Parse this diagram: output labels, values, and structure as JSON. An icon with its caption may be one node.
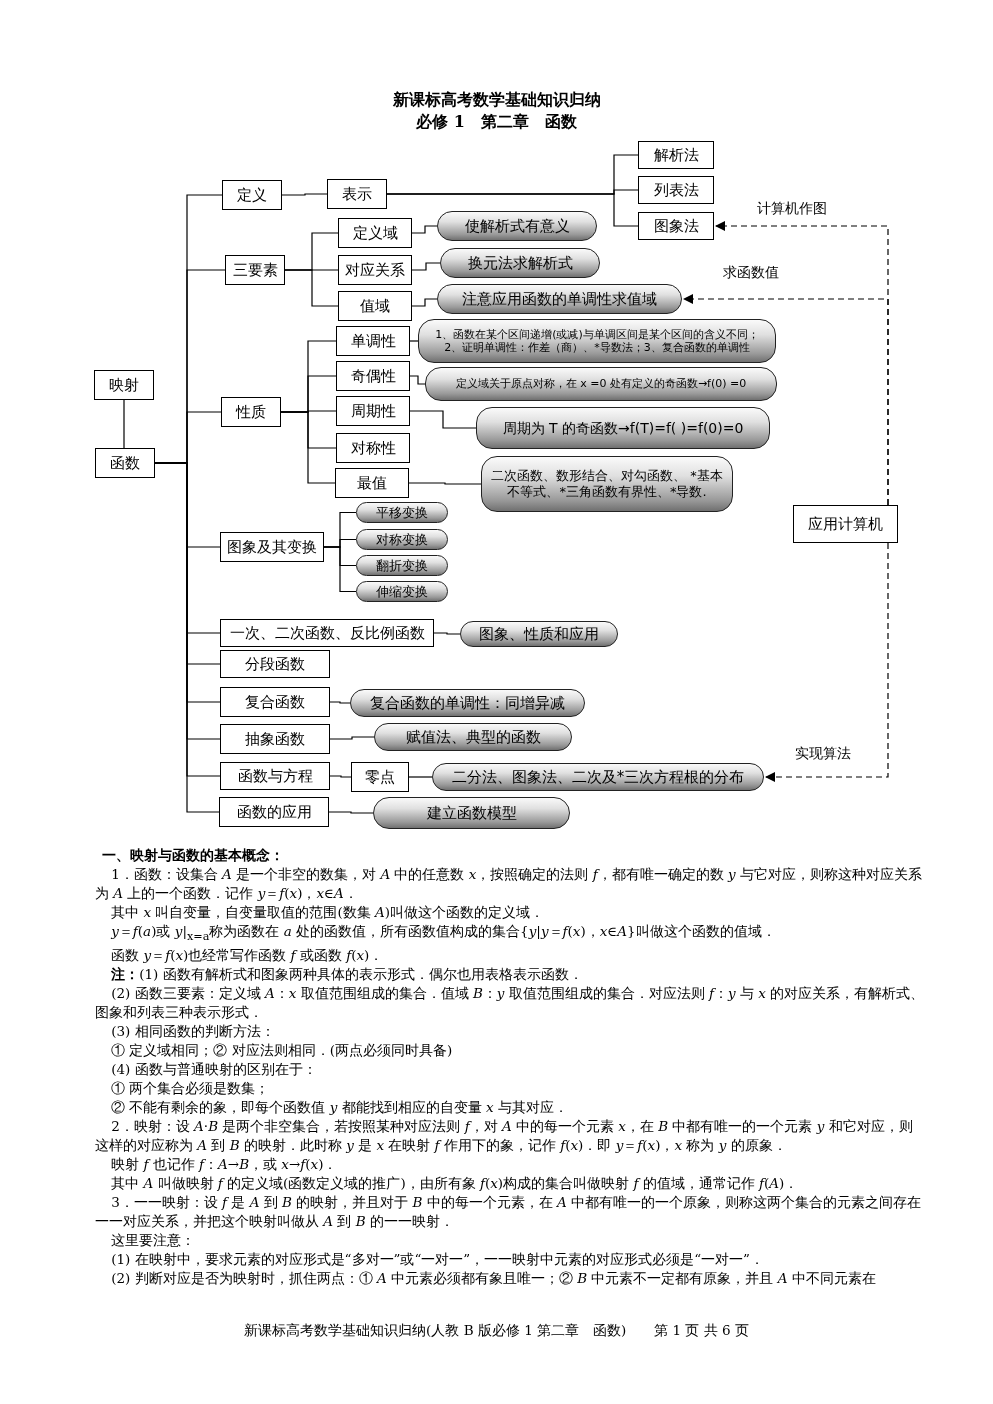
{
  "diagram": {
    "title": "新课标高考数学基础知识归纳",
    "nodes": [
      {
        "text": [
          "映射"
        ]
      },
      {
        "text": [
          "函数"
        ]
      },
      {
        "text": [
          "定义"
        ]
      },
      {
        "text": [
          "表示"
        ]
      },
      {
        "text": [
          "解析法"
        ]
      },
      {
        "text": [
          "列表法"
        ]
      },
      {
        "text": [
          "图象法"
        ]
      },
      {
        "text": [
          "三要素"
        ]
      },
      {
        "text": [
          "定义域"
        ]
      },
      {
        "text": [
          "使解析式有意义"
        ]
      },
      {
        "text": [
          "对应关系"
        ]
      },
      {
        "text": [
          "换元法求解析式"
        ]
      },
      {
        "text": [
          "值域"
        ]
      },
      {
        "text": [
          "注意应用函数的单调性求值域"
        ]
      },
      {
        "text": [
          "性质"
        ]
      },
      {
        "text": [
          "单调性"
        ]
      },
      {
        "text": [
          "1、函数在某个区间递增(或减)与单调区间是某个区间的含义不同；2、证明单调性：作差（商）、*导数法；3、复合函数的单调性"
        ]
      },
      {
        "text": [
          "奇偶性"
        ]
      },
      {
        "text": [
          "定义域关于原点对称，在 x =0 处有定义的奇函数→f(0) =0"
        ]
      },
      {
        "text": [
          "周期性"
        ]
      },
      {
        "text": [
          "周期为 T 的奇函数→f(T)=f( )=f(0)=0"
        ]
      },
      {
        "text": [
          "对称性"
        ]
      },
      {
        "text": [
          "最值"
        ]
      },
      {
        "text": [
          "二次函数、数形结合、对勾函数、 *基本不等式、*三角函数有界性、*导数."
        ]
      },
      {
        "text": [
          "图象及其变换"
        ]
      },
      {
        "text": [
          "平移变换"
        ]
      },
      {
        "text": [
          "对称变换"
        ]
      },
      {
        "text": [
          "翻折变换"
        ]
      },
      {
        "text": [
          "伸缩变换"
        ]
      },
      {
        "text": [
          "一次、二次函数、反比例函数"
        ]
      },
      {
        "text": [
          "图象、性质和应用"
        ]
      },
      {
        "text": [
          "分段函数"
        ]
      },
      {
        "text": [
          "复合函数"
        ]
      },
      {
        "text": [
          "复合函数的单调性：同增异减"
        ]
      },
      {
        "text": [
          "抽象函数"
        ]
      },
      {
        "text": [
          "赋值法、典型的函数"
        ]
      },
      {
        "text": [
          "函数与方程"
        ]
      },
      {
        "text": [
          "零点"
        ]
      },
      {
        "text": [
          "二分法、图象法、二次及*三次方程根的分布"
        ]
      },
      {
        "text": [
          "函数的应用"
        ]
      },
      {
        "text": [
          "建立函数模型"
        ]
      },
      {
        "text": [
          "应用计算机"
        ]
      }
    ],
    "edges": [
      {
        "from": 0,
        "to": 1,
        "arrow": "none"
      },
      {
        "from": 1,
        "to": 2,
        "arrow": "none"
      },
      {
        "from": 1,
        "to": 7,
        "arrow": "none"
      },
      {
        "from": 1,
        "to": 14,
        "arrow": "none"
      },
      {
        "from": 1,
        "to": 24,
        "arrow": "none"
      },
      {
        "from": 1,
        "to": 29,
        "arrow": "none"
      },
      {
        "from": 1,
        "to": 31,
        "arrow": "none"
      },
      {
        "from": 1,
        "to": 32,
        "arrow": "none"
      },
      {
        "from": 1,
        "to": 34,
        "arrow": "none"
      },
      {
        "from": 1,
        "to": 36,
        "arrow": "none"
      },
      {
        "from": 1,
        "to": 39,
        "arrow": "none"
      },
      {
        "from": 2,
        "to": 3,
        "arrow": "none"
      },
      {
        "from": 3,
        "to": 4,
        "arrow": "none"
      },
      {
        "from": 3,
        "to": 5,
        "arrow": "none"
      },
      {
        "from": 3,
        "to": 6,
        "arrow": "none"
      },
      {
        "from": 7,
        "to": 8,
        "arrow": "none"
      },
      {
        "from": 7,
        "to": 10,
        "arrow": "none"
      },
      {
        "from": 7,
        "to": 12,
        "arrow": "none"
      },
      {
        "from": 8,
        "to": 9,
        "arrow": "none"
      },
      {
        "from": 10,
        "to": 11,
        "arrow": "none"
      },
      {
        "from": 12,
        "to": 13,
        "arrow": "none"
      },
      {
        "from": 14,
        "to": 15,
        "arrow": "none"
      },
      {
        "from": 14,
        "to": 17,
        "arrow": "none"
      },
      {
        "from": 14,
        "to": 19,
        "arrow": "none"
      },
      {
        "from": 14,
        "to": 21,
        "arrow": "none"
      },
      {
        "from": 14,
        "to": 22,
        "arrow": "none"
      },
      {
        "from": 15,
        "to": 16,
        "arrow": "none"
      },
      {
        "from": 17,
        "to": 18,
        "arrow": "none"
      },
      {
        "from": 19,
        "to": 20,
        "arrow": "none"
      },
      {
        "from": 22,
        "to": 23,
        "arrow": "none"
      },
      {
        "from": 24,
        "to": 25,
        "arrow": "none"
      },
      {
        "from": 24,
        "to": 26,
        "arrow": "none"
      },
      {
        "from": 24,
        "to": 27,
        "arrow": "none"
      },
      {
        "from": 24,
        "to": 28,
        "arrow": "none"
      },
      {
        "from": 29,
        "to": 30,
        "arrow": "none"
      },
      {
        "from": 32,
        "to": 33,
        "arrow": "none"
      },
      {
        "from": 34,
        "to": 35,
        "arrow": "none"
      },
      {
        "from": 36,
        "to": 37,
        "arrow": "none"
      },
      {
        "from": 37,
        "to": 38,
        "arrow": "none"
      },
      {
        "from": 39,
        "to": 40,
        "arrow": "none"
      },
      {
        "from": 41,
        "to": 6,
        "arrow": "to",
        "style": "dashed",
        "label": "计算机作图"
      },
      {
        "from": 41,
        "to": 13,
        "arrow": "to",
        "style": "dashed",
        "label": "求函数值"
      },
      {
        "from": 41,
        "to": 38,
        "arrow": "to",
        "style": "dashed",
        "label": "实现算法"
      }
    ],
    "labels": [
      "必修 1　第二章　函数",
      "一、映射与函数的基本概念：",
      "1．函数：设集合 *A* 是一个非空的数集，对 *A* 中的任意数 *x*，按照确定的法则 *f*，都有唯一确定的数 *y* 与它对应，则称这种对应关系为 *A* 上的一个函数．记作 *y*＝*f*(*x*)，*x*∈*A*．",
      "其中 *x* 叫自变量，自变量取值的范围(数集 *A*)叫做这个函数的定义域．",
      "*y*＝*f*(*a*)或 *y*|$_{x=a}$称为函数在 *a* 处的函数值，所有函数值构成的集合{*y*|*y*＝*f*(*x*)，*x*∈*A*}叫做这个函数的值域．",
      "函数 *y*＝*f*(*x*)也经常写作函数 *f* 或函数 *f*(*x*)．",
      "**注：**(1) 函数有解析式和图象两种具体的表示形式．偶尔也用表格表示函数．",
      "(2) 函数三要素：定义域 *A*：*x* 取值范围组成的集合．值域 *B*：*y* 取值范围组成的集合．对应法则 *f*：*y* 与 *x* 的对应关系，有解析式、图象和列表三种表示形式．",
      "(3) 相同函数的判断方法：",
      "① 定义域相同；② 对应法则相同．(两点必须同时具备)",
      "(4) 函数与普通映射的区别在于：",
      "① 两个集合必须是数集；",
      "② 不能有剩余的象，即每个函数值 *y* 都能找到相应的自变量 *x* 与其对应．",
      "2．映射：设 *A*·*B* 是两个非空集合，若按照某种对应法则 *f*，对 *A* 中的每一个元素 *x*，在 *B* 中都有唯一的一个元素 *y* 和它对应，则这样的对应称为 *A* 到 *B* 的映射．此时称 *y* 是 *x* 在映射 *f* 作用下的象，记作 *f*(*x*)．即 *y*＝*f*(*x*)，*x* 称为 *y* 的原象．",
      "映射 *f* 也记作 *f*：*A*→*B*，或 *x*→*f*(*x*)．",
      "其中 *A* 叫做映射 *f* 的定义域(函数定义域的推广)，由所有象 *f*(*x*)构成的集合叫做映射 *f* 的值域，通常记作 *f*(*A*)．",
      "3．一一映射：设 *f* 是 *A* 到 *B* 的映射，并且对于 *B* 中的每一个元素，在 *A* 中都有唯一的一个原象，则称这两个集合的元素之间存在一一对应关系，并把这个映射叫做从 *A* 到 *B* 的一一映射．",
      "这里要注意：",
      "(1) 在映射中，要求元素的对应形式是“多对一”或“一对一”，一一映射中元素的对应形式必须是“一对一”．",
      "(2) 判断对应是否为映射时，抓住两点：① *A* 中元素必须都有象且唯一；② *B* 中元素不一定都有原象，并且 *A* 中不同元素在",
      "新课标高考数学基础知识归纳(人教 B 版必修 1 第二章　函数)　　第 1 页 共 6 页"
    ]
  }
}
